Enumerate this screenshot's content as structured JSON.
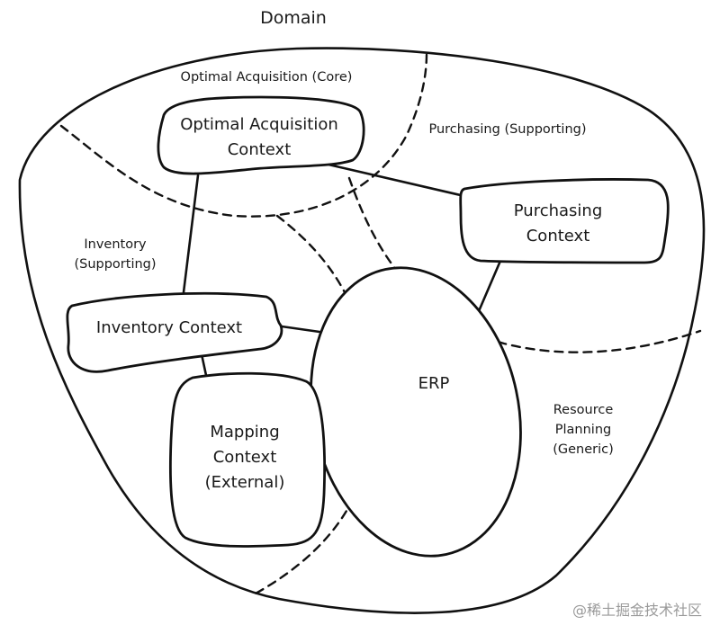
{
  "diagram": {
    "domain_label": "Domain",
    "subdomains": {
      "core": "Optimal Acquisition (Core)",
      "purchasing": "Purchasing (Supporting)",
      "inventory_line1": "Inventory",
      "inventory_line2": "(Supporting)",
      "resource_line1": "Resource",
      "resource_line2": "Planning",
      "resource_line3": "(Generic)"
    },
    "contexts": {
      "optimal_line1": "Optimal Acquisition",
      "optimal_line2": "Context",
      "purchasing_line1": "Purchasing",
      "purchasing_line2": "Context",
      "inventory": "Inventory Context",
      "mapping_line1": "Mapping",
      "mapping_line2": "Context",
      "mapping_line3": "(External)",
      "erp": "ERP"
    }
  },
  "watermark": "@稀土掘金技术社区"
}
